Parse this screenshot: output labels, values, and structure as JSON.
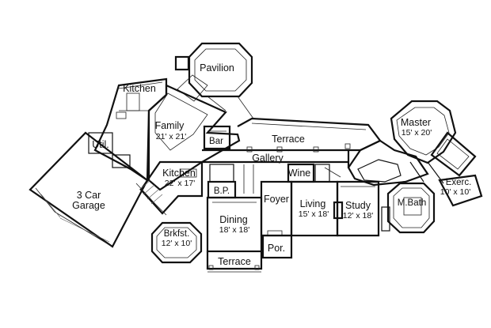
{
  "rooms": {
    "pavilion": {
      "name": "Pavilion"
    },
    "kitchen_top": {
      "name": "Kitchen"
    },
    "family": {
      "name": "Family",
      "dims": "21' x 21'"
    },
    "bar": {
      "name": "Bar"
    },
    "terrace_top": {
      "name": "Terrace"
    },
    "master": {
      "name": "Master",
      "dims": "15' x 20'"
    },
    "util": {
      "name": "Util."
    },
    "gallery": {
      "name": "Gallery"
    },
    "kitchen": {
      "name": "Kitchen",
      "dims": "22' x 17'"
    },
    "wine": {
      "name": "Wine"
    },
    "exerc": {
      "name": "Exerc.",
      "dims": "10' x 10'"
    },
    "garage": {
      "name": "3 Car",
      "name2": "Garage"
    },
    "bp": {
      "name": "B.P."
    },
    "foyer": {
      "name": "Foyer"
    },
    "living": {
      "name": "Living",
      "dims": "15' x 18'"
    },
    "study": {
      "name": "Study",
      "dims": "12' x 18'"
    },
    "mbath": {
      "name": "M.Bath"
    },
    "dining": {
      "name": "Dining",
      "dims": "18' x 18'"
    },
    "brkfst": {
      "name": "Brkfst.",
      "dims": "12' x 10'"
    },
    "por": {
      "name": "Por."
    },
    "terrace_bottom": {
      "name": "Terrace"
    }
  }
}
